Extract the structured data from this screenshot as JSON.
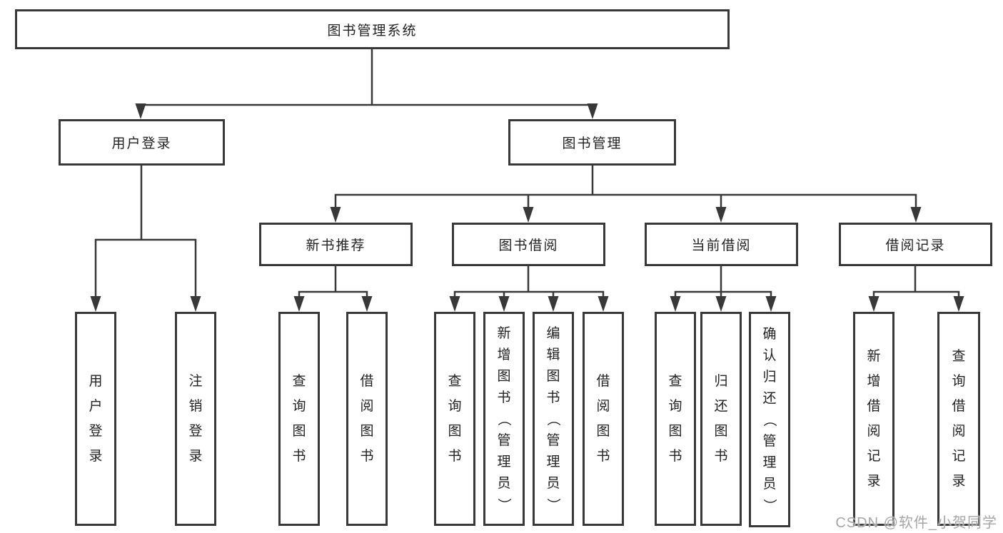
{
  "title": "图书管理系统",
  "tree": {
    "label": "图书管理系统",
    "children": [
      {
        "label": "用户登录",
        "children": [
          {
            "label": "用户登录"
          },
          {
            "label": "注销登录"
          }
        ]
      },
      {
        "label": "图书管理",
        "children": [
          {
            "label": "新书推荐",
            "children": [
              {
                "label": "查询图书"
              },
              {
                "label": "借阅图书"
              }
            ]
          },
          {
            "label": "图书借阅",
            "children": [
              {
                "label": "查询图书"
              },
              {
                "label": "新增图书（管理员）"
              },
              {
                "label": "编辑图书（管理员）"
              },
              {
                "label": "借阅图书"
              }
            ]
          },
          {
            "label": "当前借阅",
            "children": [
              {
                "label": "查询图书"
              },
              {
                "label": "归还图书"
              },
              {
                "label": "确认归还（管理员）"
              }
            ]
          },
          {
            "label": "借阅记录",
            "children": [
              {
                "label": "新增借阅记录"
              },
              {
                "label": "查询借阅记录"
              }
            ]
          }
        ]
      }
    ]
  },
  "watermark": "CSDN @软件_小贺同学",
  "colors": {
    "line": "#383838",
    "box_border": "#383838",
    "text": "#222222",
    "watermark": "#a6a6a6",
    "background": "#ffffff"
  }
}
